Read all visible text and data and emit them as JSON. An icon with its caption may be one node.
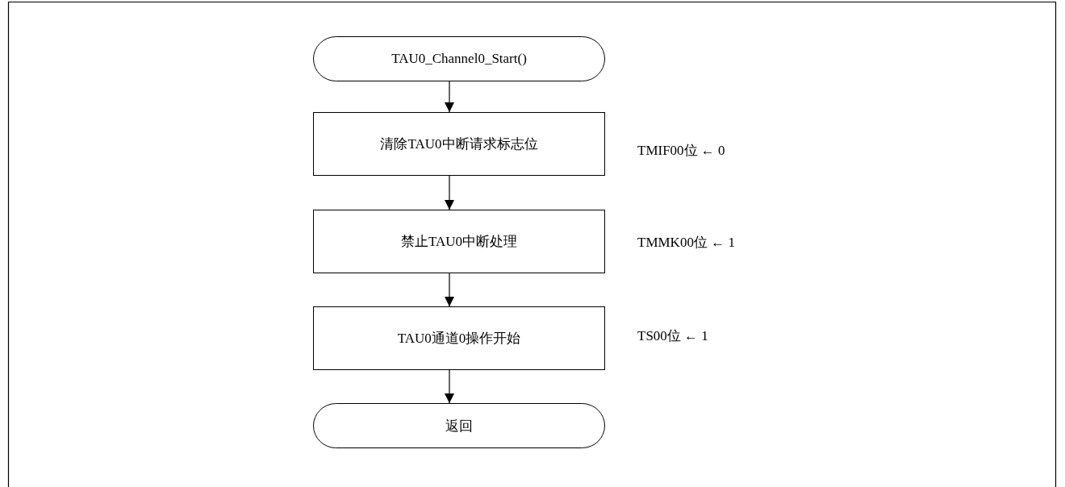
{
  "diagram": {
    "nodes": [
      {
        "text": [
          "TAU0_Channel0_Start()"
        ]
      },
      {
        "text": [
          "清除TAU0中断请求标志位"
        ],
        "beside": [
          "TMIF00位 ← 0"
        ]
      },
      {
        "text": [
          "禁止TAU0中断处理"
        ],
        "beside": [
          "TMMK00位 ← 1"
        ]
      },
      {
        "text": [
          "TAU0通道0操作开始"
        ],
        "beside": [
          "TS00位 ← 1"
        ]
      },
      {
        "text": [
          "返回"
        ]
      }
    ],
    "edges": [
      {
        "from": 0,
        "to": 1,
        "arrow": "to"
      },
      {
        "from": 1,
        "to": 2,
        "arrow": "to"
      },
      {
        "from": 2,
        "to": 3,
        "arrow": "to"
      },
      {
        "from": 3,
        "to": 4,
        "arrow": "to"
      }
    ]
  }
}
